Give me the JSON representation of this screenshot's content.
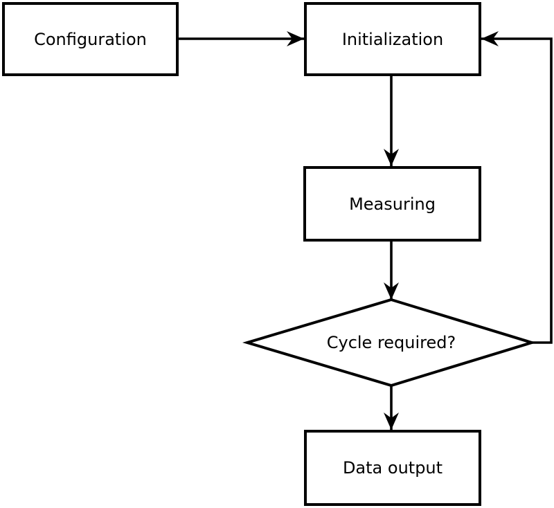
{
  "diagram": {
    "type": "flowchart",
    "background_color": "#ffffff",
    "line_color": "#000000",
    "text_color": "#000000",
    "nodes": [
      {
        "id": "configuration",
        "shape": "rectangle",
        "label": "Configuration"
      },
      {
        "id": "initialization",
        "shape": "rectangle",
        "label": "Initialization"
      },
      {
        "id": "measuring",
        "shape": "rectangle",
        "label": "Measuring"
      },
      {
        "id": "cycle-required",
        "shape": "diamond",
        "label": "Cycle required?"
      },
      {
        "id": "data-output",
        "shape": "rectangle",
        "label": "Data output"
      }
    ],
    "edges": [
      {
        "from": "configuration",
        "to": "initialization",
        "route": "right"
      },
      {
        "from": "initialization",
        "to": "measuring",
        "route": "down"
      },
      {
        "from": "measuring",
        "to": "cycle-required",
        "route": "down"
      },
      {
        "from": "cycle-required",
        "to": "data-output",
        "route": "down"
      },
      {
        "from": "cycle-required",
        "to": "initialization",
        "route": "right-up-left-loop"
      }
    ]
  }
}
